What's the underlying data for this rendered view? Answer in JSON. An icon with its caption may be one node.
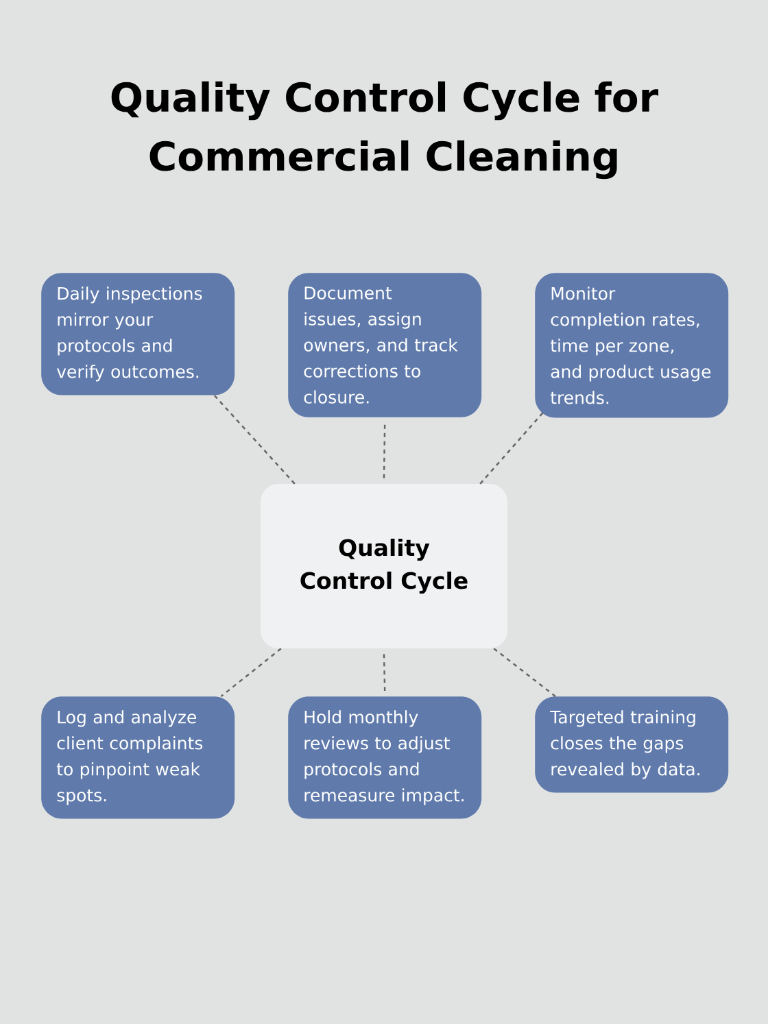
{
  "diagram": {
    "title": "Quality Control Cycle for Commercial Cleaning",
    "nodes": [
      {
        "text": [
          "Daily inspections mirror your protocols and verify outcomes."
        ]
      },
      {
        "text": [
          "Document issues, assign owners, and track corrections to closure."
        ]
      },
      {
        "text": [
          "Monitor completion rates, time per zone, and product usage trends."
        ]
      },
      {
        "text": [
          "Quality Control Cycle"
        ]
      },
      {
        "text": [
          "Log and analyze client complaints to pinpoint weak spots."
        ]
      },
      {
        "text": [
          "Hold monthly reviews to adjust protocols and remeasure impact."
        ]
      },
      {
        "text": [
          "Targeted training closes the gaps revealed by data."
        ]
      }
    ],
    "edges": [
      {
        "from": 3,
        "to": 0,
        "arrow": "none",
        "style": "dashed"
      },
      {
        "from": 3,
        "to": 1,
        "arrow": "none",
        "style": "dashed"
      },
      {
        "from": 3,
        "to": 2,
        "arrow": "none",
        "style": "dashed"
      },
      {
        "from": 3,
        "to": 4,
        "arrow": "none",
        "style": "dashed"
      },
      {
        "from": 3,
        "to": 5,
        "arrow": "none",
        "style": "dashed"
      },
      {
        "from": 3,
        "to": 6,
        "arrow": "none",
        "style": "dashed"
      }
    ]
  }
}
